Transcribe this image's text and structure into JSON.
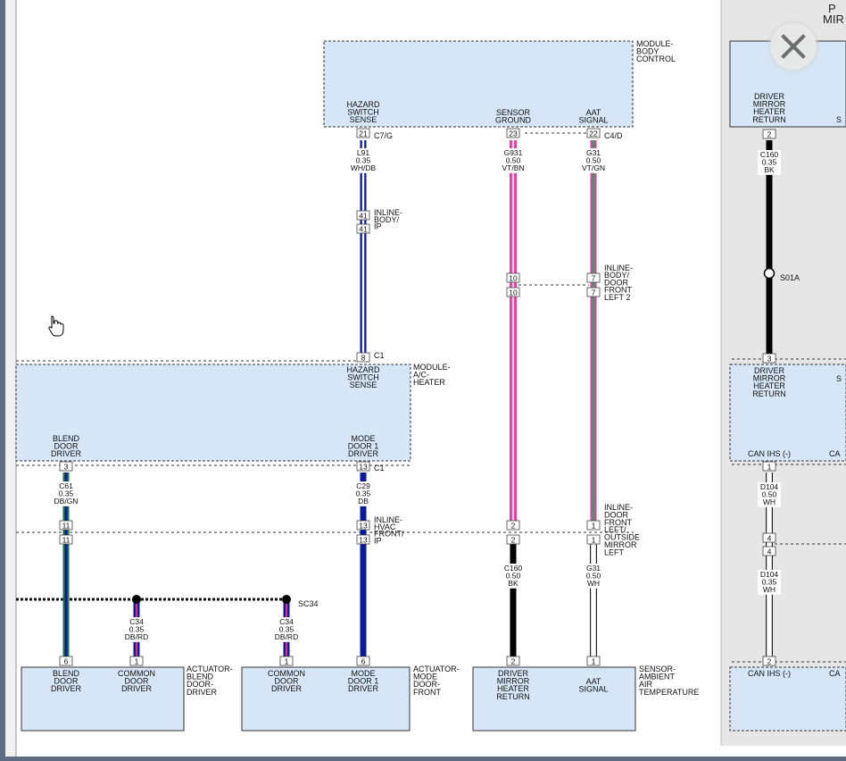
{
  "close_icon": "close-icon",
  "cursor_icon": "hand-pointer-icon",
  "right_panel": {
    "title_lines": [
      "P",
      "MIR"
    ]
  },
  "components": {
    "body_control": {
      "name": [
        "MODULE-",
        "BODY",
        "CONTROL"
      ]
    },
    "ac_heater": {
      "name": [
        "MODULE-",
        "A/C-",
        "HEATER"
      ]
    },
    "act_blend": {
      "name": [
        "ACTUATOR-",
        "BLEND",
        "DOOR-",
        "DRIVER"
      ]
    },
    "act_mode": {
      "name": [
        "ACTUATOR-",
        "MODE",
        "DOOR-",
        "FRONT"
      ]
    },
    "sensor_aat": {
      "name": [
        "SENSOR-",
        "AMBIENT",
        "AIR",
        "TEMPERATURE"
      ]
    }
  },
  "pins": {
    "hazard_switch_sense_top": [
      "HAZARD",
      "SWITCH",
      "SENSE"
    ],
    "sensor_ground": [
      "SENSOR",
      "GROUND"
    ],
    "aat_signal_top": [
      "AAT",
      "SIGNAL"
    ],
    "hazard_switch_sense_mid": [
      "HAZARD",
      "SWITCH",
      "SENSE"
    ],
    "blend_door_driver_mid": [
      "BLEND",
      "DOOR",
      "DRIVER"
    ],
    "mode_door_driver_mid": [
      "MODE",
      "DOOR 1",
      "DRIVER"
    ],
    "blend_door_driver_bot": [
      "BLEND",
      "DOOR",
      "DRIVER"
    ],
    "common_door_driver_a": [
      "COMMON",
      "DOOR",
      "DRIVER"
    ],
    "common_door_driver_b": [
      "COMMON",
      "DOOR",
      "DRIVER"
    ],
    "mode_door_driver_bot": [
      "MODE",
      "DOOR 1",
      "DRIVER"
    ],
    "driver_mirror_heater_return_bot": [
      "DRIVER",
      "MIRROR",
      "HEATER",
      "RETURN"
    ],
    "aat_signal_bot": [
      "AAT",
      "SIGNAL"
    ],
    "rp_driver_mirror_heater_return_top": [
      "DRIVER",
      "MIRROR",
      "HEATER",
      "RETURN"
    ],
    "rp_driver_mirror_heater_return_mid": [
      "DRIVER",
      "MIRROR",
      "HEATER",
      "RETURN"
    ],
    "rp_can_ihs_a": [
      "CAN IHS (-)"
    ],
    "rp_can_ihs_b": [
      "CAN IHS (-)"
    ],
    "rp_trunc_s1": [
      "S"
    ],
    "rp_trunc_s2": [
      "S"
    ],
    "rp_trunc_ca1": [
      "CA"
    ],
    "rp_trunc_ca2": [
      "CA"
    ]
  },
  "connectors": {
    "c7g": "C7/G",
    "c4d": "C4/D",
    "c1_top": "C1",
    "c1_mid": "C1",
    "inline_body_ip": [
      "INLINE-",
      "BODY/",
      "IP"
    ],
    "inline_body_door": [
      "INLINE-",
      "BODY/",
      "DOOR",
      "FRONT",
      "LEFT 2"
    ],
    "inline_hvac": [
      "INLINE-",
      "HVAC",
      "FRONT/",
      "IP"
    ],
    "inline_door_mirror": [
      "INLINE-",
      "DOOR",
      "FRONT",
      "LEFT/",
      "OUTSIDE",
      "MIRROR",
      "LEFT"
    ],
    "splice_sc34": "SC34",
    "splice_s01a": "S01A"
  },
  "pin_numbers": {
    "p21": "21",
    "p23": "23",
    "p22": "22",
    "p41a": "41",
    "p41b": "41",
    "p10a": "10",
    "p10b": "10",
    "p7a": "7",
    "p7b": "7",
    "p8_hazard": "8",
    "p3_blend": "3",
    "p13_mode": "13",
    "p11a": "11",
    "p11b": "11",
    "p13a": "13",
    "p13b": "13",
    "p2a": "2",
    "p2b": "2",
    "p1a": "1",
    "p1b": "1",
    "p6_blend": "6",
    "p1_com_a": "1",
    "p1_com_b": "1",
    "p6_mode": "6",
    "p2_drv": "2",
    "p1_aat": "1",
    "rp2_top": "2",
    "rp3": "3",
    "rp1": "1",
    "rp4a": "4",
    "rp4b": "4",
    "rp2_bot": "2"
  },
  "wires": {
    "l91": [
      "L91",
      "0.35",
      "WH/DB"
    ],
    "g931": [
      "G931",
      "0.50",
      "VT/BN"
    ],
    "g31_top": [
      "G31",
      "0.50",
      "VT/GN"
    ],
    "c61": [
      "C61",
      "0.35",
      "DB/GN"
    ],
    "c29": [
      "C29",
      "0.35",
      "DB"
    ],
    "c34_a": [
      "C34",
      "0.35",
      "DB/RD"
    ],
    "c34_b": [
      "C34",
      "0.35",
      "DB/RD"
    ],
    "c160_bot": [
      "C160",
      "0.50",
      "BK"
    ],
    "g31_bot": [
      "G31",
      "0.50",
      "WH"
    ],
    "rp_c160": [
      "C160",
      "0.35",
      "BK"
    ],
    "rp_d104_a": [
      "D104",
      "0.50",
      "WH"
    ],
    "rp_d104_b": [
      "D104",
      "0.35",
      "WH"
    ]
  },
  "colors": {
    "component_fill": "#d6e6f6",
    "wire_blue": "#0a1a9c",
    "wire_violet": "#e040a0",
    "wire_green": "#2aa860",
    "wire_black": "#000000",
    "wire_dark_green": "#1f6f4a"
  }
}
